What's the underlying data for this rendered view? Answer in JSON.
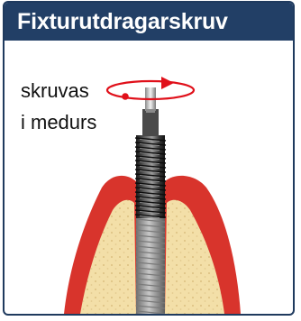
{
  "header": {
    "title": "Fixturutdragarskruv"
  },
  "caption": {
    "line1": "skruvas",
    "line2": "i medurs"
  },
  "colors": {
    "header_bg": "#223f66",
    "frame": "#1f3a5e",
    "gum": "#d8342c",
    "bone": "#f2dca4",
    "rotation_arrow": "#e0101a",
    "screw": "#3a3a3a"
  },
  "icons": {
    "rotation": "clockwise-rotation-arrow-icon"
  }
}
